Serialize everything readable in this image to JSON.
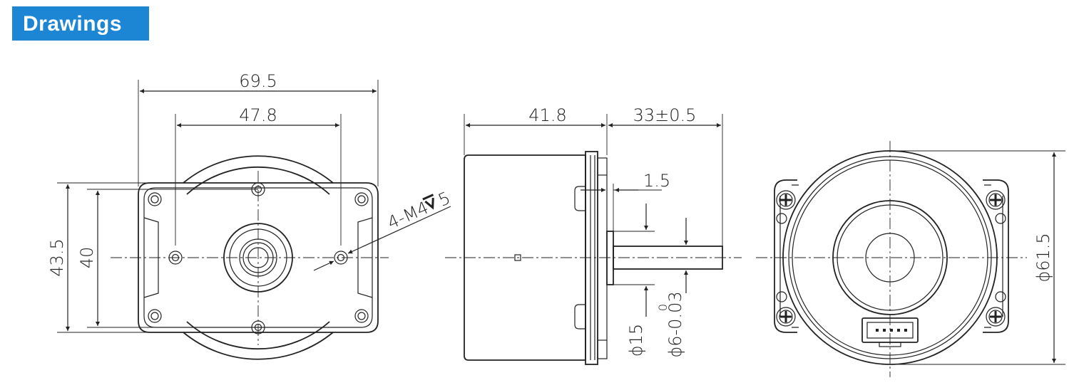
{
  "header": {
    "title": "Drawings",
    "accent_color": "#1c86d4"
  },
  "front_view": {
    "width_overall": "69.5",
    "hole_spacing_h": "47.8",
    "height_overall": "43.5",
    "hole_spacing_v": "40",
    "hole_callout": "4-M4",
    "depth_symbol": "depth-icon",
    "hole_depth": "5"
  },
  "side_view": {
    "body_length": "41.8",
    "shaft_length": "33±0.5",
    "flange_thickness": "1.5",
    "boss_diameter": "ϕ15",
    "shaft_diameter": "ϕ6-0.03",
    "shaft_tol_upper": "0"
  },
  "rear_view": {
    "body_diameter": "ϕ61.5"
  }
}
